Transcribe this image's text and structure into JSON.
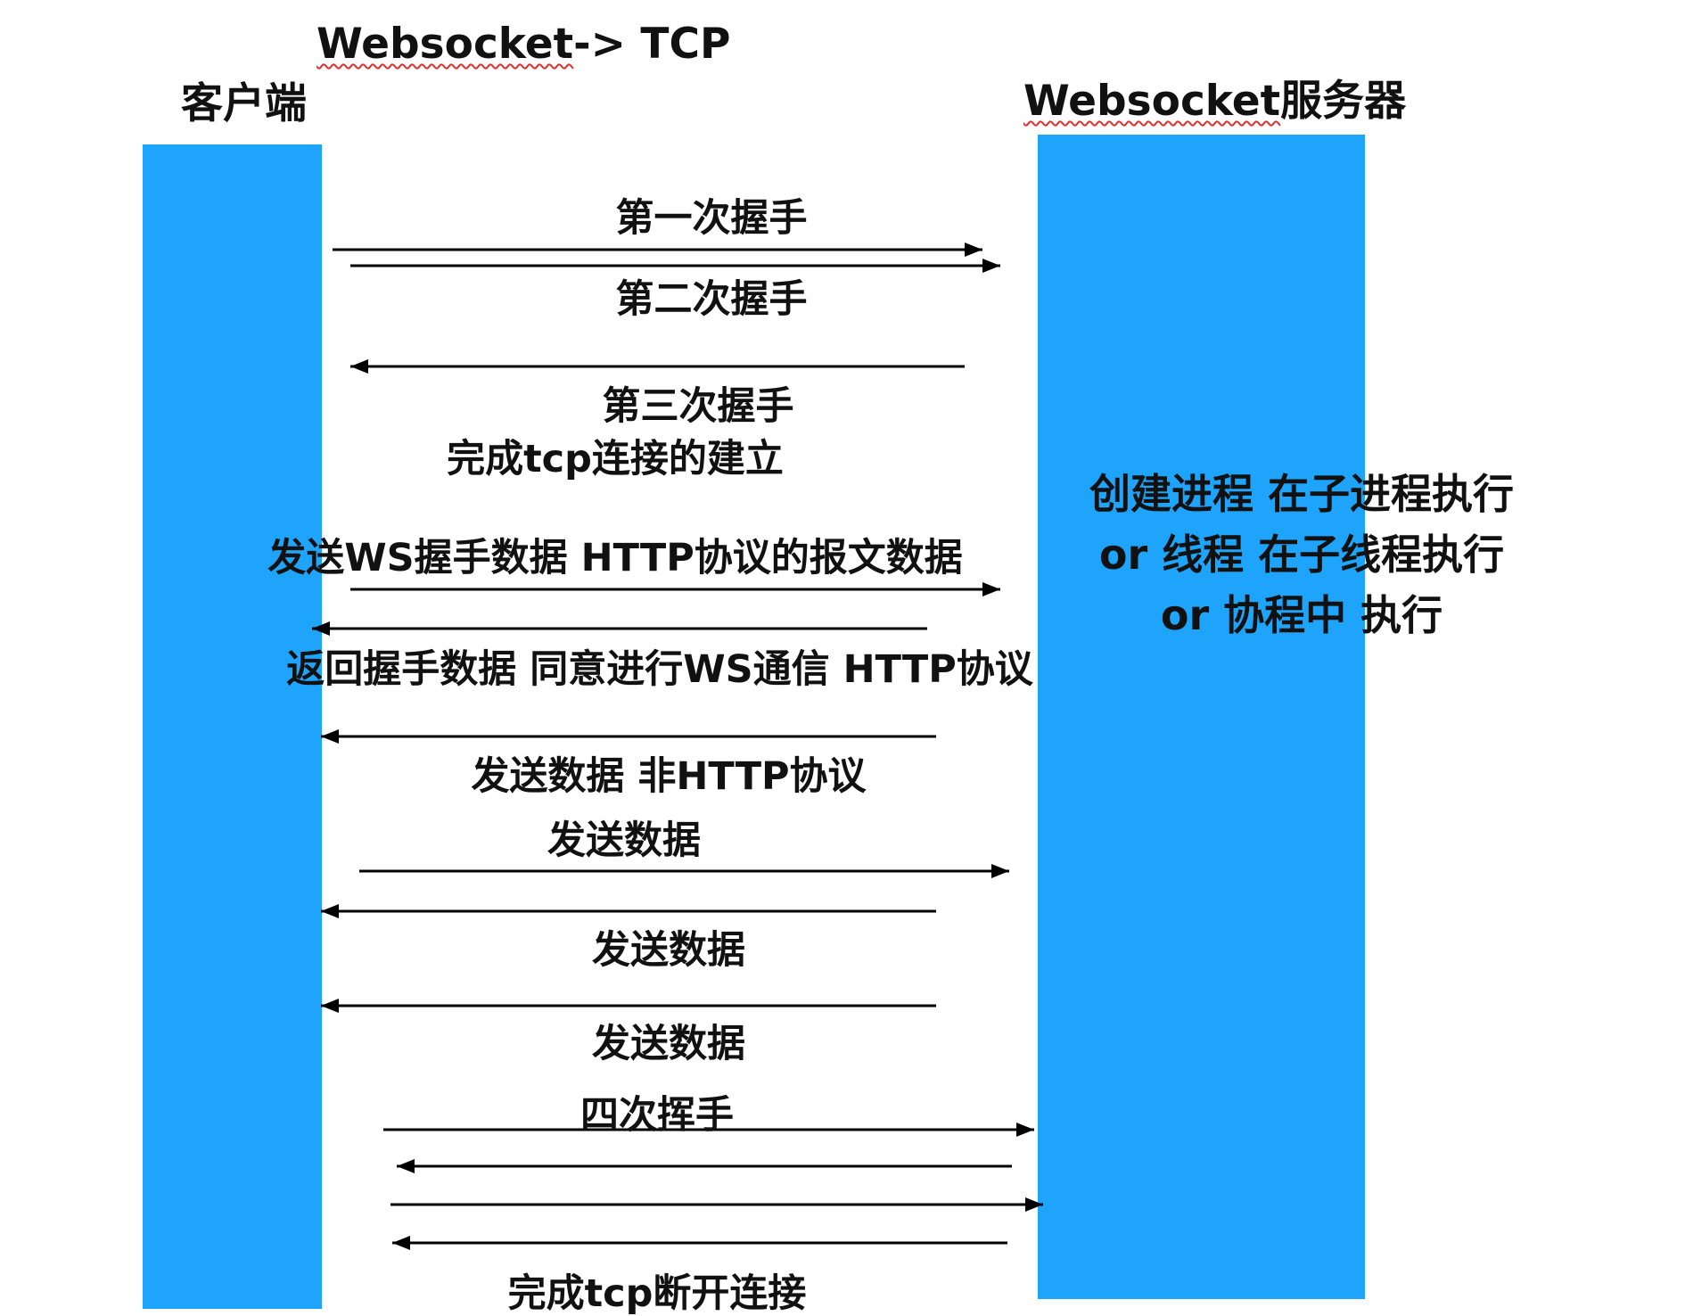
{
  "diagram": {
    "title_prefix": "Websocket",
    "title_suffix": "-> TCP",
    "client_label": "客户端",
    "server_label_prefix": "Websocket",
    "server_label_suffix": "服务器",
    "colors": {
      "lifeline": "#1ea4fb",
      "arrow": "#000000",
      "spellcheck": "#e03030"
    },
    "messages": [
      {
        "label": "第一次握手",
        "direction": "client-to-server"
      },
      {
        "label": "第二次握手",
        "direction": "client-to-server"
      },
      {
        "label": "第三次握手",
        "direction": "server-to-client"
      },
      {
        "label": "完成tcp连接的建立"
      },
      {
        "label": "发送WS握手数据  HTTP协议的报文数据",
        "direction": "client-to-server"
      },
      {
        "label": "返回握手数据 同意进行WS通信  HTTP协议",
        "direction": "server-to-client"
      },
      {
        "label": "发送数据  非HTTP协议",
        "direction": "server-to-client"
      },
      {
        "label": "发送数据",
        "direction": "client-to-server"
      },
      {
        "label": "发送数据",
        "direction": "server-to-client"
      },
      {
        "label": "发送数据",
        "direction": "server-to-client"
      },
      {
        "label": "四次挥手"
      },
      {
        "label": "完成tcp断开连接"
      }
    ],
    "teardown_directions": [
      "client-to-server",
      "server-to-client",
      "client-to-server",
      "server-to-client"
    ],
    "server_note": [
      "创建进程 在子进程执行",
      "or 线程 在子线程执行",
      "or  协程中  执行"
    ]
  }
}
